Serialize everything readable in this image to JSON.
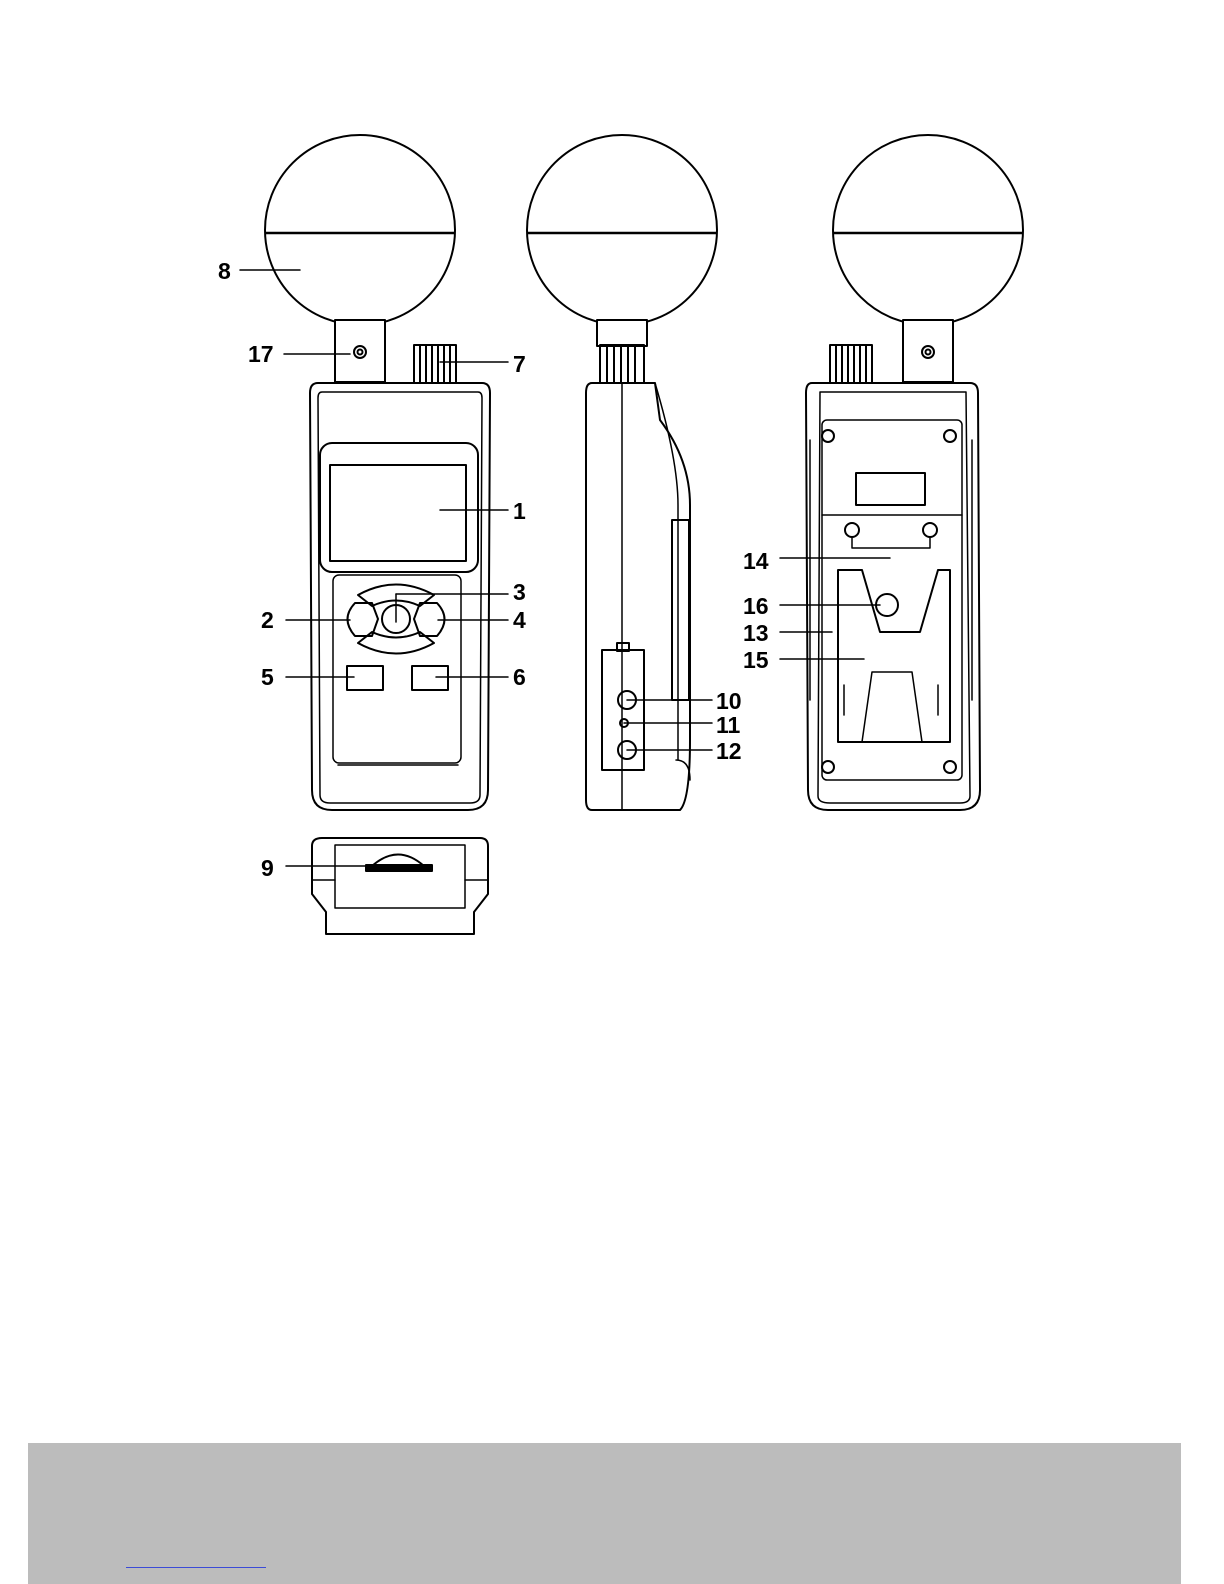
{
  "diagram": {
    "callouts": [
      {
        "id": "1",
        "label": "1"
      },
      {
        "id": "2",
        "label": "2"
      },
      {
        "id": "3",
        "label": "3"
      },
      {
        "id": "4",
        "label": "4"
      },
      {
        "id": "5",
        "label": "5"
      },
      {
        "id": "6",
        "label": "6"
      },
      {
        "id": "7",
        "label": "7"
      },
      {
        "id": "8",
        "label": "8"
      },
      {
        "id": "9",
        "label": "9"
      },
      {
        "id": "10",
        "label": "10"
      },
      {
        "id": "11",
        "label": "11"
      },
      {
        "id": "12",
        "label": "12"
      },
      {
        "id": "13",
        "label": "13"
      },
      {
        "id": "14",
        "label": "14"
      },
      {
        "id": "15",
        "label": "15"
      },
      {
        "id": "16",
        "label": "16"
      },
      {
        "id": "17",
        "label": "17"
      }
    ]
  },
  "colors": {
    "line": "#000000",
    "footer_bar": "#bcbcbc",
    "footer_link": "#3b4bd6"
  }
}
